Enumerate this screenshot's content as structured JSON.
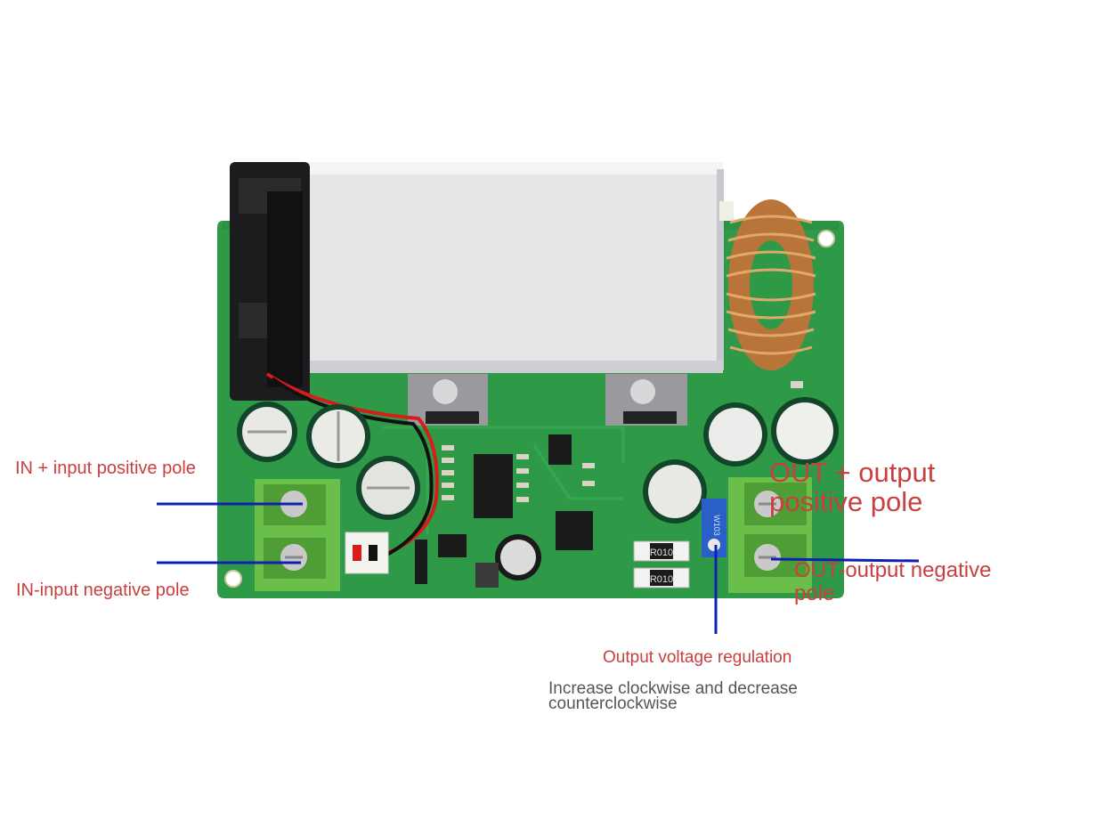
{
  "labels": {
    "in_positive": "IN + input positive pole",
    "in_negative": "IN-input negative pole",
    "out_positive_line1": "OUT + output",
    "out_positive_line2": "positive pole",
    "out_negative_line1": "OUT-output negative",
    "out_negative_line2": "pole",
    "voltage_regulation": "Output voltage regulation",
    "adjust_note_line1": "Increase clockwise and decrease",
    "adjust_note_line2": "counterclockwise"
  },
  "components": {
    "resistor_1": "R010",
    "resistor_2": "R010",
    "potentiometer": "W103"
  },
  "colors": {
    "label_red": "#c8403f",
    "pointer_blue": "#1020b0",
    "pcb_green": "#2e9a47",
    "terminal_green": "#6abf4b",
    "note_gray": "#555555"
  }
}
